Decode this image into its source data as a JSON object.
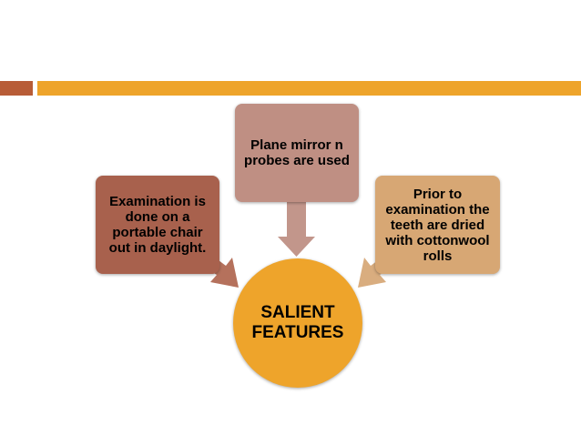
{
  "diagram": {
    "center": {
      "label": "SALIENT\nFEATURES"
    },
    "features": [
      {
        "label": "Examination is done on a portable chair out in daylight."
      },
      {
        "label": "Plane mirror n probes are used"
      },
      {
        "label": "Prior to examination the teeth are dried with cottonwool rolls"
      }
    ]
  },
  "colors": {
    "accent_bar": "#eea42b",
    "accent_bar_left": "#b85c37",
    "center": "#eea42b",
    "box_left": "#a8614d",
    "box_top": "#bf8f83",
    "box_right": "#d7a774"
  }
}
